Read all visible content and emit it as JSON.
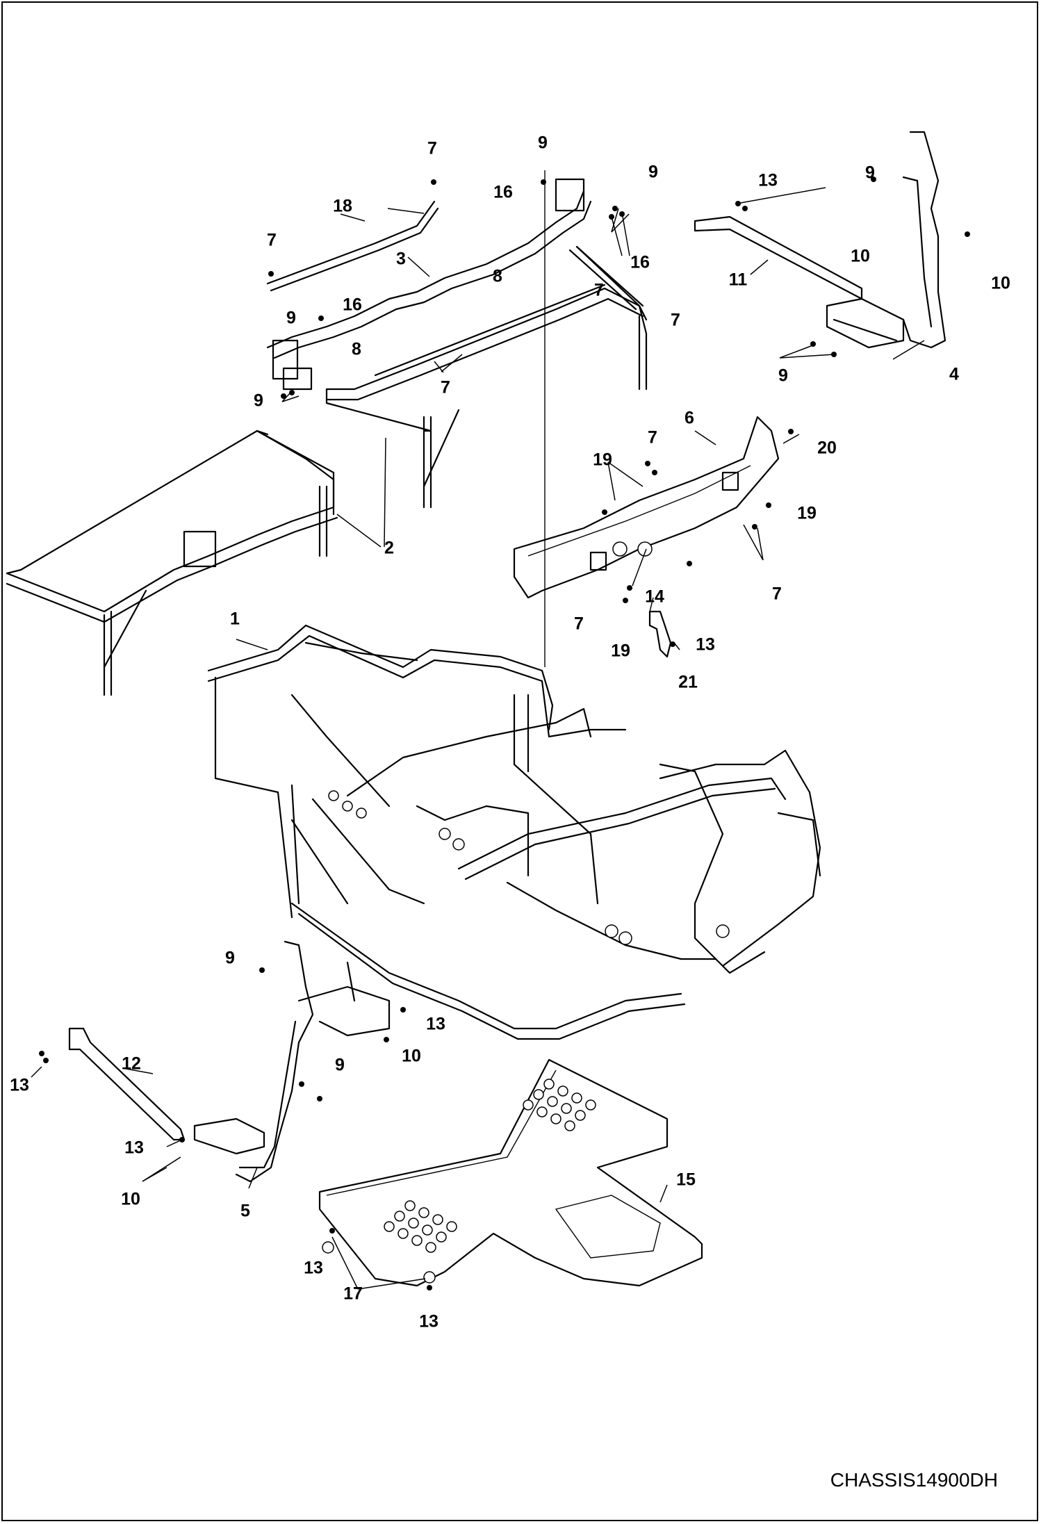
{
  "diagram": {
    "drawing_code": "CHASSIS14900DH",
    "callouts": {
      "c1": "1",
      "c2": "2",
      "c3": "3",
      "c4": "4",
      "c5": "5",
      "c6": "6",
      "c7a": "7",
      "c7b": "7",
      "c7c": "7",
      "c7d": "7",
      "c7e": "7",
      "c7f": "7",
      "c7g": "7",
      "c7h": "7",
      "c8a": "8",
      "c8b": "8",
      "c9a": "9",
      "c9b": "9",
      "c9c": "9",
      "c9d": "9",
      "c9e": "9",
      "c9f": "9",
      "c9g": "9",
      "c9h": "9",
      "c10a": "10",
      "c10b": "10",
      "c10c": "10",
      "c10d": "10",
      "c11": "11",
      "c12": "12",
      "c13a": "13",
      "c13b": "13",
      "c13c": "13",
      "c13d": "13",
      "c13e": "13",
      "c13f": "13",
      "c13g": "13",
      "c14": "14",
      "c15": "15",
      "c16a": "16",
      "c16b": "16",
      "c16c": "16",
      "c17": "17",
      "c18": "18",
      "c19a": "19",
      "c19b": "19",
      "c19c": "19",
      "c20": "20",
      "c21": "21"
    }
  }
}
